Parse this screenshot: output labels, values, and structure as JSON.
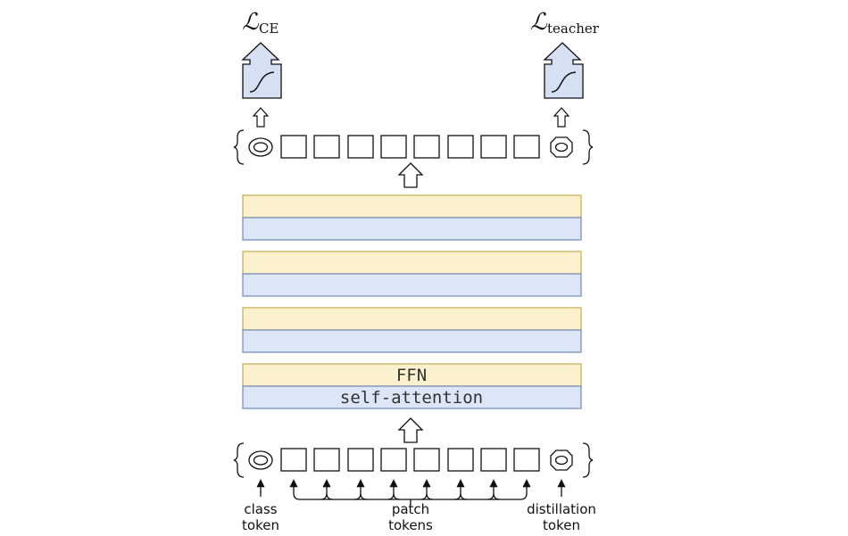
{
  "layer_labels": {
    "ffn": "FFN",
    "attention": "self-attention"
  },
  "losses": {
    "ce": {
      "symbol": "ℒ",
      "subscript": "CE"
    },
    "teacher": {
      "symbol": "ℒ",
      "subscript": "teacher"
    }
  },
  "token_labels": {
    "class_line1": "class",
    "class_line2": "token",
    "patch_line1": "patch",
    "patch_line2": "tokens",
    "distill_line1": "distillation",
    "distill_line2": "token"
  },
  "colors": {
    "ffn_fill": "#fbf1cc",
    "ffn_stroke": "#c9b25a",
    "attn_fill": "#dce6f7",
    "attn_stroke": "#7b8fb8",
    "head_fill": "#d6e0f3",
    "ink": "#111111"
  },
  "icons": [
    "arrow-up-icon",
    "sigmoid-icon",
    "brace-left-icon",
    "brace-right-icon",
    "class-token-icon",
    "distillation-token-icon"
  ]
}
